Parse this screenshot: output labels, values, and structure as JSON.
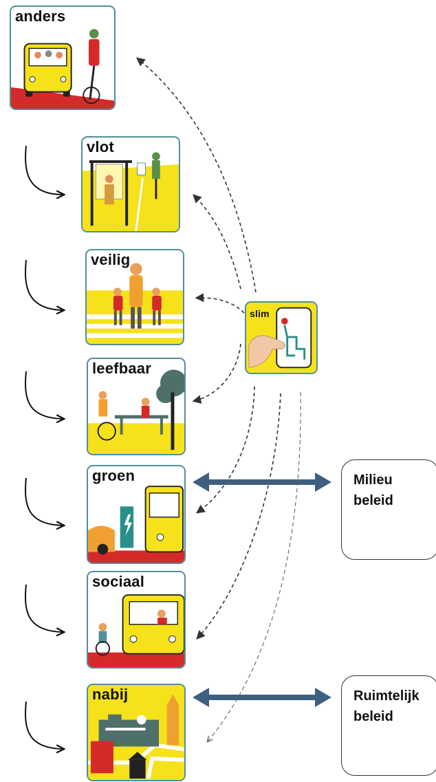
{
  "tiles": {
    "anders": "anders",
    "vlot": "vlot",
    "veilig": "veilig",
    "leefbaar": "leefbaar",
    "groen": "groen",
    "sociaal": "sociaal",
    "nabij": "nabij",
    "slim": "slim"
  },
  "policies": {
    "milieu": {
      "line1": "Milieu",
      "line2": "beleid"
    },
    "ruimtelijk": {
      "line1": "Ruimtelijk",
      "line2": "beleid"
    }
  },
  "colors": {
    "tile_border": "#4f8f9c",
    "yellow": "#f5e21b",
    "red": "#d42a2a",
    "double_arrow": "#3f5f80",
    "curved_arrow": "#111111",
    "dashed_arrow": "#333333"
  }
}
